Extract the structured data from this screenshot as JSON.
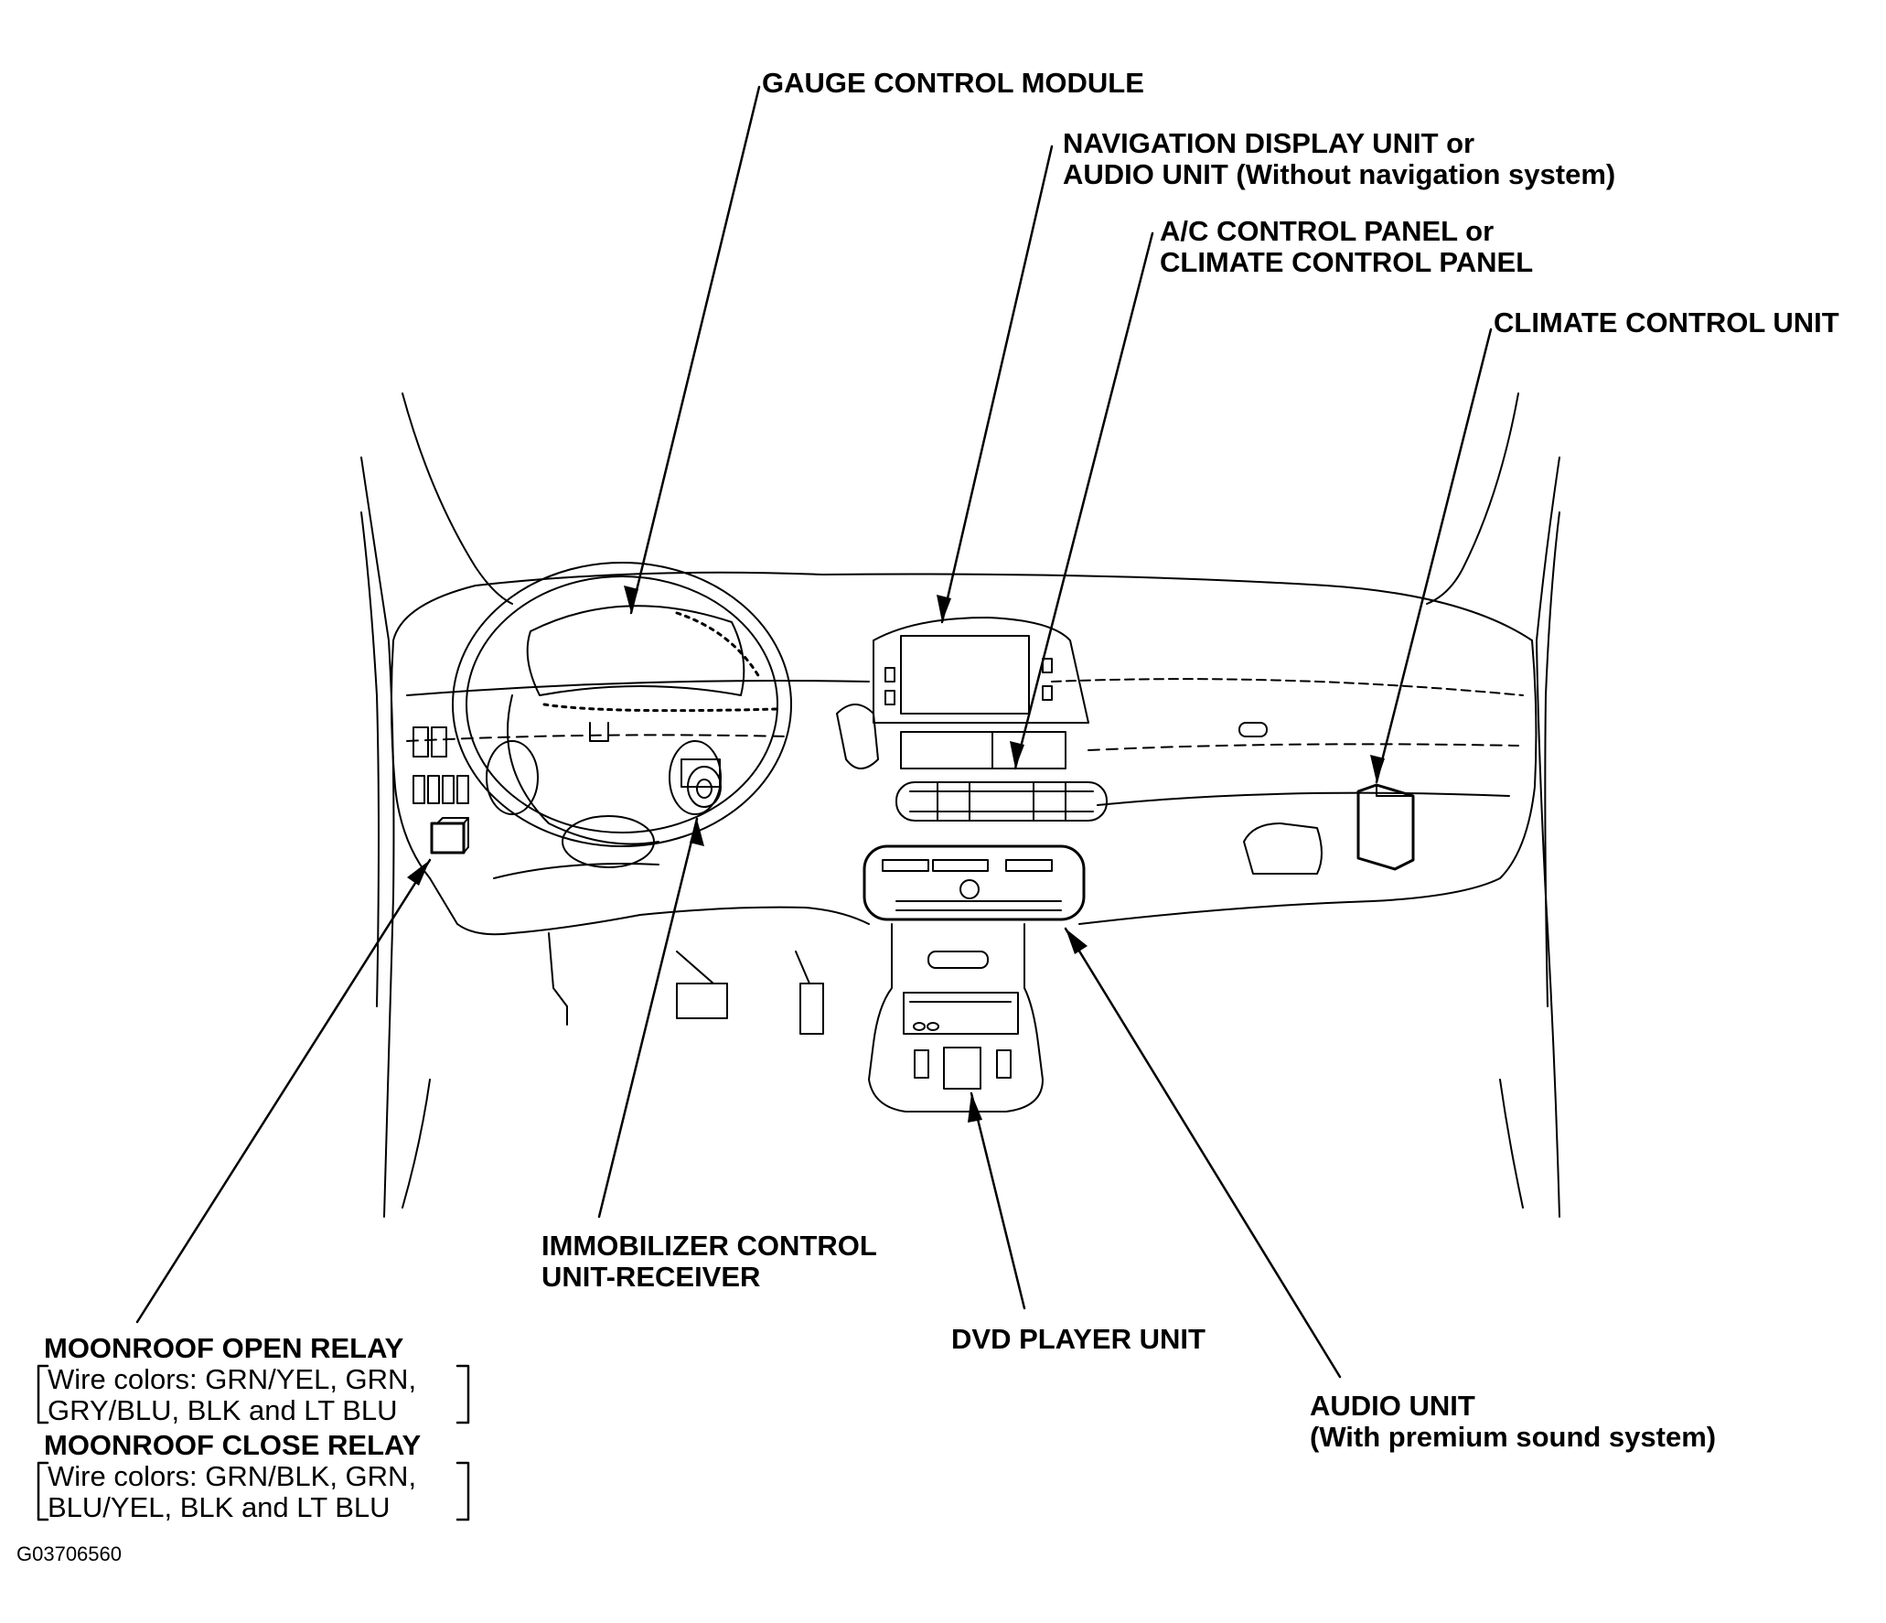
{
  "labels": {
    "gauge_control_module": "GAUGE CONTROL MODULE",
    "navigation_display": [
      "NAVIGATION DISPLAY UNIT or",
      "AUDIO UNIT (Without navigation system)"
    ],
    "ac_control_panel": [
      "A/C CONTROL PANEL or",
      "CLIMATE CONTROL PANEL"
    ],
    "climate_control_unit": "CLIMATE CONTROL UNIT",
    "immobilizer": [
      "IMMOBILIZER CONTROL",
      "UNIT-RECEIVER"
    ],
    "dvd_player_unit": "DVD PLAYER UNIT",
    "audio_unit_premium": [
      "AUDIO UNIT",
      "(With premium sound system)"
    ],
    "moonroof_open_relay": "MOONROOF OPEN RELAY",
    "moonroof_open_wires": [
      "Wire colors: GRN/YEL, GRN,",
      "GRY/BLU, BLK and LT BLU"
    ],
    "moonroof_close_relay": "MOONROOF CLOSE RELAY",
    "moonroof_close_wires": [
      "Wire colors: GRN/BLK, GRN,",
      "BLU/YEL, BLK and LT BLU"
    ]
  },
  "figure_code": "G03706560"
}
